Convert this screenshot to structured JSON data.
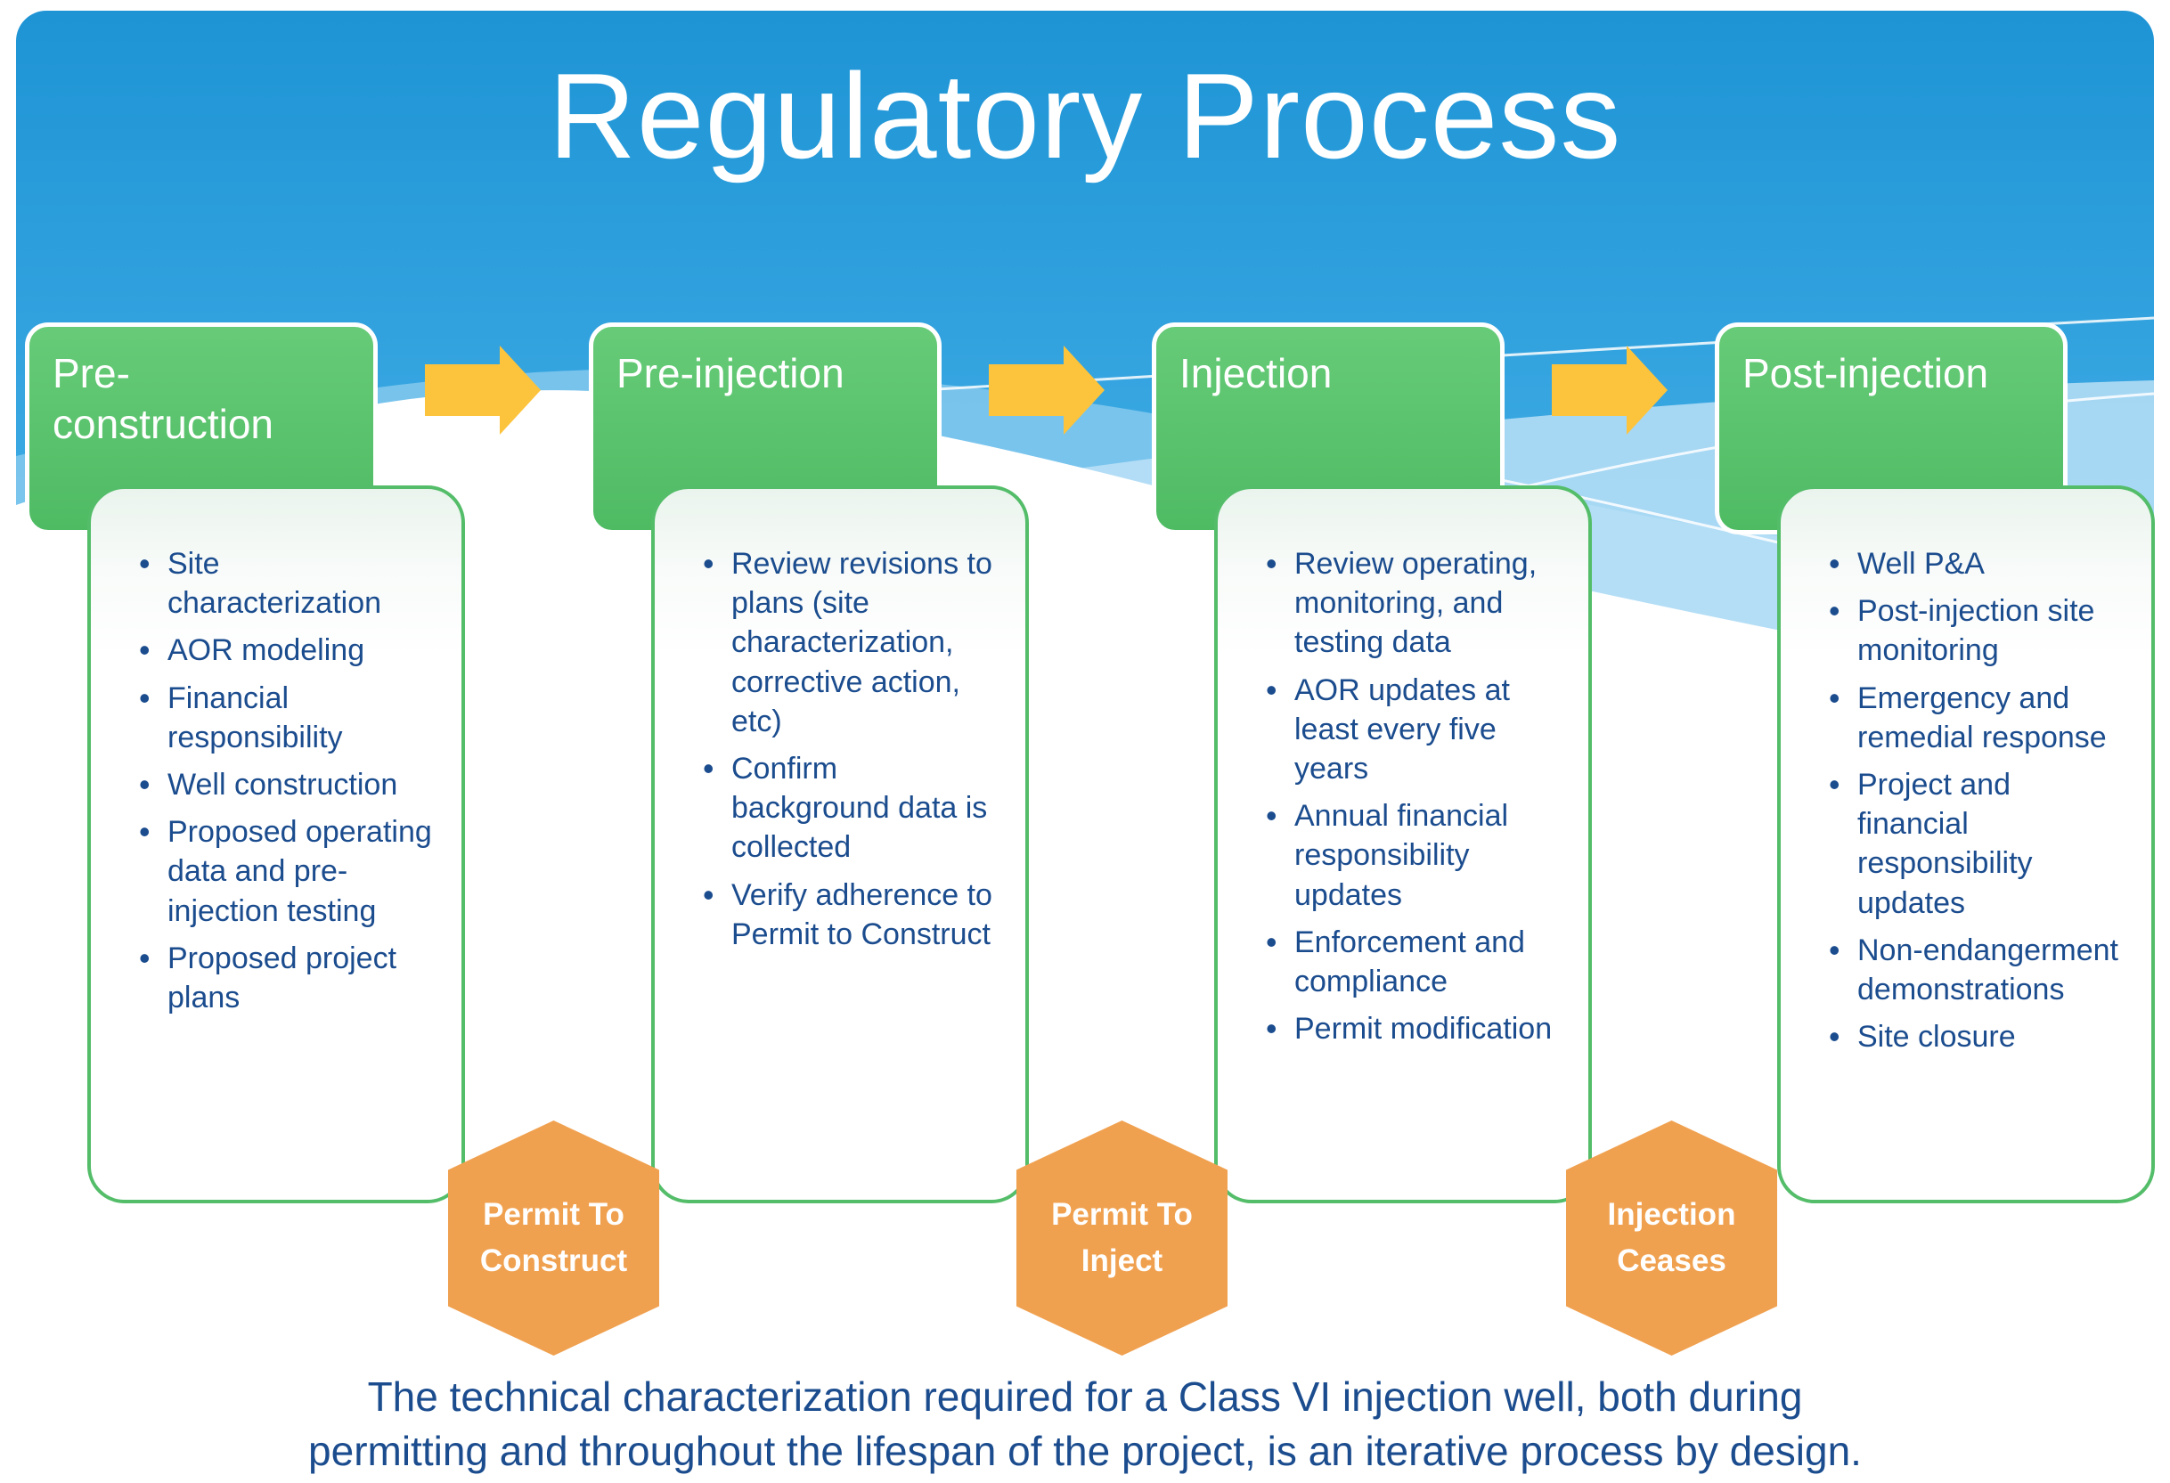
{
  "title": "Regulatory Process",
  "stages": [
    {
      "label": "Pre-construction",
      "items": [
        "Site characterization",
        "AOR modeling",
        "Financial responsibility",
        "Well construction",
        "Proposed operating data and pre-injection testing",
        "Proposed project plans"
      ]
    },
    {
      "label": "Pre-injection",
      "items": [
        "Review revisions to plans (site characterization, corrective action, etc)",
        "Confirm background data is collected",
        "Verify adherence to Permit to Construct"
      ]
    },
    {
      "label": "Injection",
      "items": [
        "Review operating, monitoring, and testing data",
        "AOR updates at least every five years",
        "Annual financial responsibility updates",
        "Enforcement and compliance",
        "Permit modification"
      ]
    },
    {
      "label": "Post-injection",
      "items": [
        "Well P&A",
        "Post-injection site monitoring",
        "Emergency and remedial response",
        "Project and financial responsibility updates",
        "Non-endangerment demonstrations",
        "Site closure"
      ]
    }
  ],
  "milestones": [
    {
      "line1": "Permit To",
      "line2": "Construct"
    },
    {
      "line1": "Permit To",
      "line2": "Inject"
    },
    {
      "line1": "Injection",
      "line2": "Ceases"
    }
  ],
  "caption": {
    "line1": "The technical characterization required for a Class VI injection well, both during",
    "line2": "permitting and throughout the lifespan of the project, is an iterative process by design."
  },
  "icons": {
    "flow_arrow": "right-arrow"
  },
  "colors": {
    "sky_top": "#1e94d5",
    "sky_bottom": "#55b9eb",
    "wave_mid": "#8fcdf0",
    "wave_light": "#c2e4f8",
    "stage_green": "#54bd69",
    "card_tint": "#eaf4ed",
    "arrow_gold": "#fcc33c",
    "hex_orange": "#f0a150",
    "text_navy": "#1b4c8e",
    "title_white": "#ffffff"
  }
}
